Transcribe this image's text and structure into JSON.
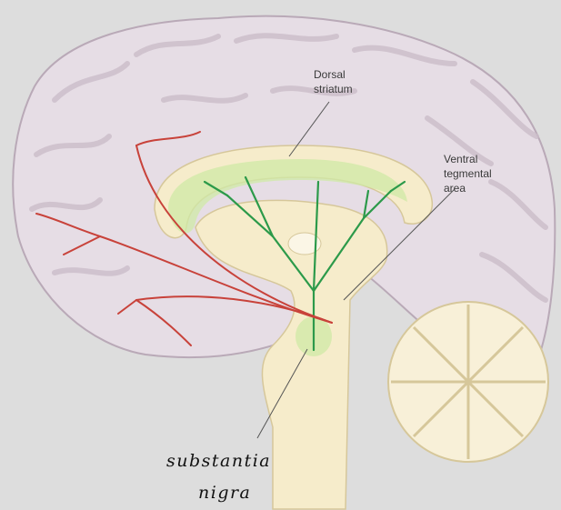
{
  "labels": {
    "dorsal_striatum": [
      "Dorsal",
      "striatum"
    ],
    "ventral_tegmental_area": [
      "Ventral",
      "tegmental",
      "area"
    ],
    "substantia_nigra": [
      "substantia",
      "nigra"
    ]
  },
  "colors": {
    "background": "#dddddd",
    "cortex": "#e6dde5",
    "gyrus_shadow": "#cbbdc9",
    "subcortical": "#f6eccb",
    "striatum_highlight": "#cfeaa6",
    "dopamine_pathway_green": "#2c9a4a",
    "dopamine_pathway_red": "#c8423a",
    "cerebellum": "#f8f0d8"
  }
}
